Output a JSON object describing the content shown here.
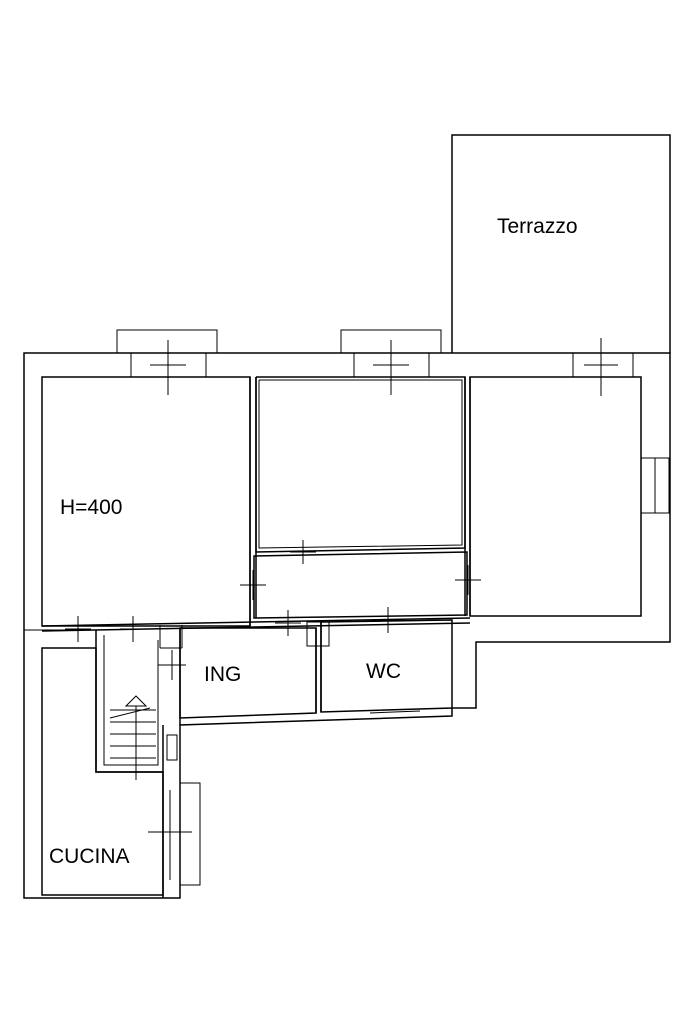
{
  "plan": {
    "labels": {
      "terrace": "Terrazzo",
      "room_height": "H=400",
      "entrance": "ING",
      "wc": "WC",
      "kitchen": "CUCINA"
    }
  }
}
